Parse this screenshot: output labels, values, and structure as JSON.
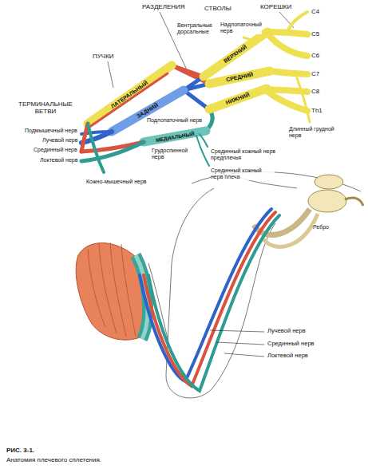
{
  "diagram": {
    "title": "РИС. 3-1.",
    "caption": "Анатомия плечевого сплетения.",
    "labels": [
      "РАЗДЕЛЕНИЯ",
      "СТВОЛЫ",
      "КОРЕШКИ",
      "Вентральные дорсальные",
      "Надлопаточный нерв",
      "C4",
      "C5",
      "C6",
      "C7",
      "C8",
      "Th1",
      "ПУЧКИ",
      "ВЕРХНИЙ",
      "СРЕДНИЙ",
      "НИЖНИЙ",
      "ЛАТЕРАЛЬНЫЙ",
      "ЗАДНИЙ",
      "МЕДИАЛЬНЫЙ",
      "ТЕРМИНАЛЬНЫЕ ВЕТВИ",
      "Подмышечный нерв",
      "Лучевой нерв",
      "Срединный нерв",
      "Локтевой нерв",
      "Кожно-мышечный нерв",
      "Подлопаточный нерв",
      "Грудоспинной нерв",
      "Срединный кожный нерв предплечья",
      "Срединный кожный нерв плеча",
      "Длинный грудной нерв",
      "Ребро",
      "Лучевой нерв",
      "Срединный нерв",
      "Локтевой нерв"
    ]
  }
}
